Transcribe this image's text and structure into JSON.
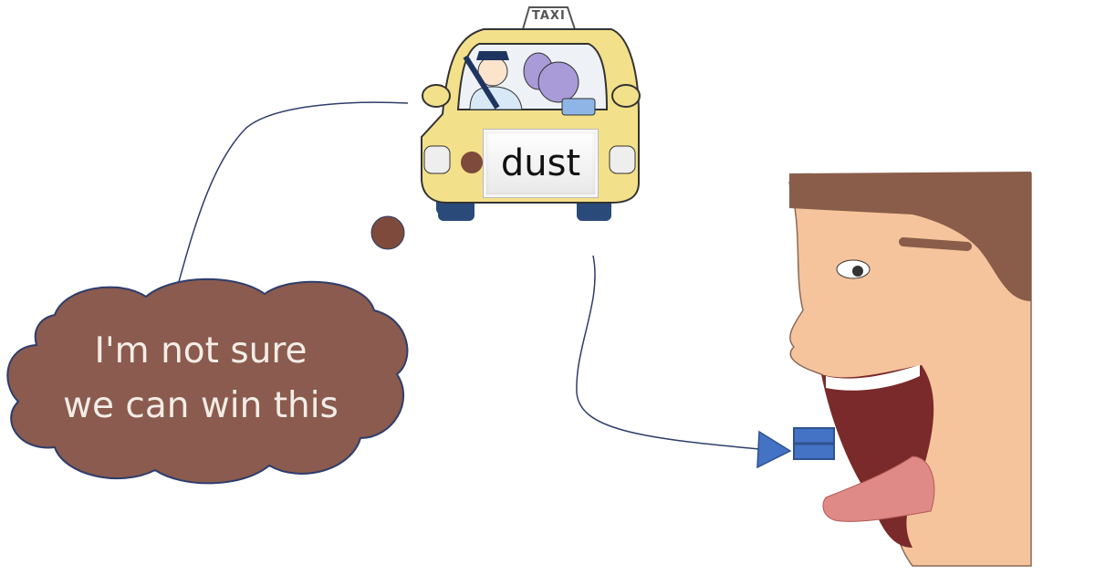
{
  "cloud": {
    "line1": "I'm not sure",
    "line2": "we can win this"
  },
  "taxi": {
    "roof_sign": "TAXI",
    "plate_word": "dust"
  },
  "colors": {
    "cloud_fill": "#8a5b4e",
    "outline": "#2e3d6b",
    "dot": "#7d4a3b",
    "taxi_yellow": "#f3e08a",
    "arrow_blue": "#4472c4",
    "skin": "#f6c49c",
    "hair": "#8a5d4a"
  }
}
